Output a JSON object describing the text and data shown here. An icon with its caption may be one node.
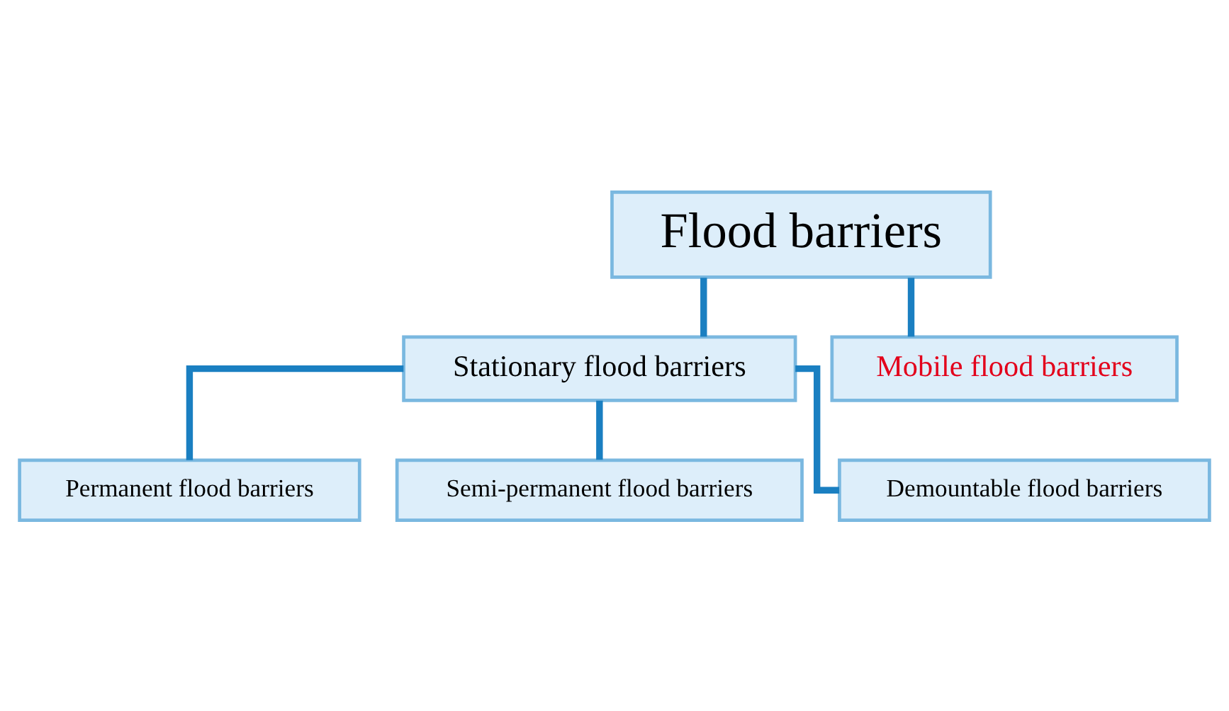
{
  "diagram": {
    "nodes": [
      {
        "text": [
          "Flood barriers"
        ]
      },
      {
        "text": [
          "Stationary flood barriers"
        ]
      },
      {
        "text": [
          "Mobile flood barriers"
        ]
      },
      {
        "text": [
          "Permanent flood barriers"
        ]
      },
      {
        "text": [
          "Semi-permanent flood barriers"
        ]
      },
      {
        "text": [
          "Demountable flood barriers"
        ]
      }
    ],
    "edges": [
      {
        "from": 0,
        "to": 1,
        "arrow": "none"
      },
      {
        "from": 0,
        "to": 2,
        "arrow": "none"
      },
      {
        "from": 1,
        "to": 3,
        "arrow": "none"
      },
      {
        "from": 1,
        "to": 4,
        "arrow": "none"
      },
      {
        "from": 1,
        "to": 5,
        "arrow": "none"
      }
    ]
  }
}
